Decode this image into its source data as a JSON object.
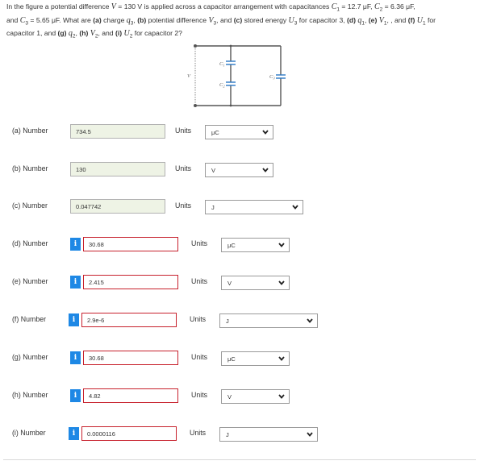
{
  "problem": {
    "t1": "In the figure a potential difference ",
    "t2": " = 130 V is applied across a capacitor arrangement with capacitances ",
    "t3": " = 12.7 μF, ",
    "t4": " = 6.36 μF,",
    "t5": "and ",
    "t6": " = 5.65 μF. What are ",
    "t7": " charge ",
    "t8": ", ",
    "t9": " potential difference ",
    "t10": ", and ",
    "t11": " stored energy ",
    "t12": " for capacitor 3, ",
    "t13": " for",
    "t14": "capacitor 1, and ",
    "t15": " for capacitor 2?",
    "b_a": "(a)",
    "b_b": "(b)",
    "b_c": "(c)",
    "b_d": "(d)",
    "b_e": "(e)",
    "b_f": "(f)",
    "b_g": "(g)",
    "b_h": "(h)",
    "b_i": "(i)",
    "V": "V",
    "C": "C",
    "q": "q",
    "U": "U",
    "s1": "1",
    "s2": "2",
    "s3": "3"
  },
  "circuit": {
    "labels": {
      "c1": "C",
      "c2": "C",
      "c3": "C",
      "v": "V"
    },
    "subs": {
      "c1": "1",
      "c2": "2",
      "c3": "3"
    }
  },
  "rows": [
    {
      "label": "(a)  Number",
      "value": "734.5",
      "status": "correct",
      "units_label": "Units",
      "unit": "μC"
    },
    {
      "label": "(b)  Number",
      "value": "130",
      "status": "correct",
      "units_label": "Units",
      "unit": "V"
    },
    {
      "label": "(c)  Number",
      "value": "0.047742",
      "status": "correct",
      "units_label": "Units",
      "unit": "J"
    },
    {
      "label": "(d)  Number",
      "value": "30.68",
      "status": "wrong",
      "units_label": "Units",
      "unit": "μC"
    },
    {
      "label": "(e)  Number",
      "value": "2.415",
      "status": "wrong",
      "units_label": "Units",
      "unit": "V"
    },
    {
      "label": "(f)  Number",
      "value": "2.9e-6",
      "status": "wrong",
      "units_label": "Units",
      "unit": "J"
    },
    {
      "label": "(g)  Number",
      "value": "30.68",
      "status": "wrong",
      "units_label": "Units",
      "unit": "μC"
    },
    {
      "label": "(h)  Number",
      "value": "4.82",
      "status": "wrong",
      "units_label": "Units",
      "unit": "V"
    },
    {
      "label": "(i)  Number",
      "value": "0.0000116",
      "status": "wrong",
      "units_label": "Units",
      "unit": "J"
    }
  ],
  "info_glyph": "i",
  "colors": {
    "correct_bg": "#eef3e5",
    "wrong_border": "#c7212d",
    "info_blue": "#1e88e5"
  }
}
